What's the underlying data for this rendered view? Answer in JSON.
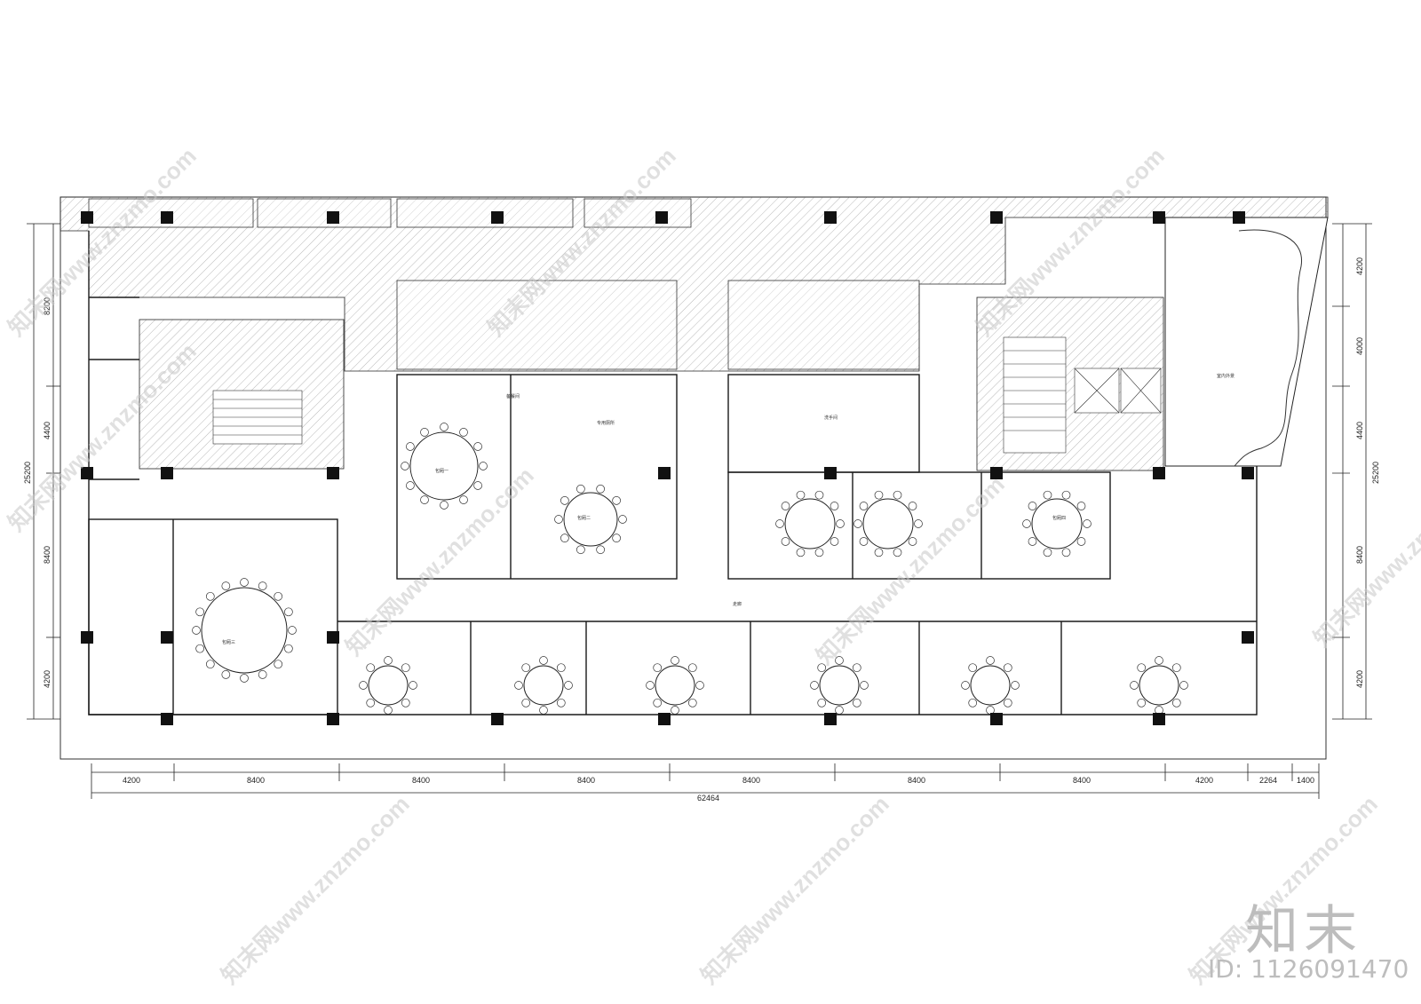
{
  "plan": {
    "dims_bottom": [
      "4200",
      "8400",
      "8400",
      "8400",
      "8400",
      "8400",
      "8400",
      "4200",
      "2264",
      "1400"
    ],
    "dim_total": "62464",
    "dims_left": [
      "8200",
      "4400",
      "8400",
      "4200"
    ],
    "dim_left_total": "25200",
    "dims_right": [
      "4200",
      "4000",
      "4400",
      "8400",
      "4200"
    ],
    "dim_right_total": "25200",
    "rooms": [
      "室内外景",
      "洗手间",
      "专用厕所",
      "备餐间",
      "包厢一",
      "包厢二",
      "包厢三",
      "包厢四",
      "走廊"
    ]
  },
  "watermark": {
    "text": "知末网www.znzmo.com"
  },
  "brand": {
    "logo": "知末",
    "id_label": "ID: 1126091470"
  },
  "colors": {
    "line": "#1a1a1a",
    "hatch": "#9a9a9a",
    "column": "#111111",
    "watermark": "#c8c8c8"
  }
}
